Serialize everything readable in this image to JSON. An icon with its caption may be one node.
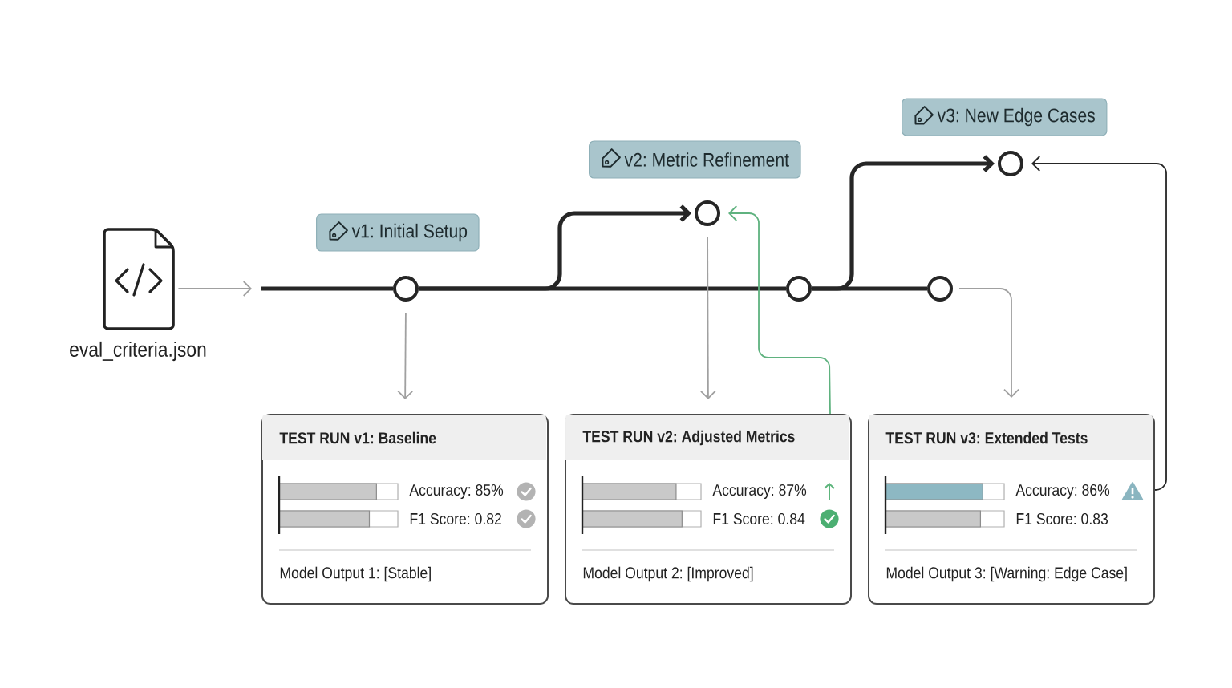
{
  "diagram": {
    "nodes": [
      {
        "text": [],
        "shape": "picture",
        "beside": [
          "eval_criteria.json"
        ]
      },
      {
        "text": [
          "v1: Initial Setup"
        ]
      },
      {
        "text": [],
        "shape": "circle"
      },
      {
        "text": [
          "v2: Metric Refinement"
        ]
      },
      {
        "text": [],
        "shape": "circle"
      },
      {
        "text": [],
        "shape": "circle"
      },
      {
        "text": [],
        "shape": "circle"
      },
      {
        "text": [
          "v3: New Edge Cases"
        ]
      },
      {
        "text": [],
        "shape": "circle"
      },
      {
        "text": [
          "TEST RUN v1: Baseline",
          "Accuracy: 85%",
          "F1 Score: 0.82",
          "Model Output 1: [Stable]"
        ]
      },
      {
        "text": [
          "TEST RUN v2: Adjusted Metrics",
          "Accuracy: 87%",
          "F1 Score: 0.84",
          "Model Output 2: [Improved]"
        ]
      },
      {
        "text": [
          "TEST RUN v3: Extended Tests",
          "Accuracy: 86%",
          "F1 Score: 0.83",
          "Model Output 3: [Warning: Edge Case]"
        ]
      }
    ],
    "edges": [
      {
        "from": 0,
        "to": null,
        "arrow": "to",
        "color": "#a0a0a0"
      },
      {
        "from": null,
        "to": 2,
        "arrow": "none",
        "style": "thick"
      },
      {
        "from": 2,
        "to": 5,
        "arrow": "none",
        "style": "thick"
      },
      {
        "from": 5,
        "to": 6,
        "arrow": "none",
        "style": "thick"
      },
      {
        "from": 2,
        "to": 4,
        "arrow": "to",
        "style": "thick"
      },
      {
        "from": 5,
        "to": 8,
        "arrow": "to",
        "style": "thick"
      },
      {
        "from": 2,
        "to": 9,
        "arrow": "to",
        "color": "#a0a0a0"
      },
      {
        "from": 4,
        "to": 10,
        "arrow": "to",
        "color": "#a0a0a0"
      },
      {
        "from": 6,
        "to": 11,
        "arrow": "to",
        "color": "#a0a0a0"
      },
      {
        "from": 10,
        "to": 4,
        "arrow": "to",
        "color": "#5fb27f"
      },
      {
        "from": 11,
        "to": 8,
        "arrow": "to"
      }
    ]
  }
}
